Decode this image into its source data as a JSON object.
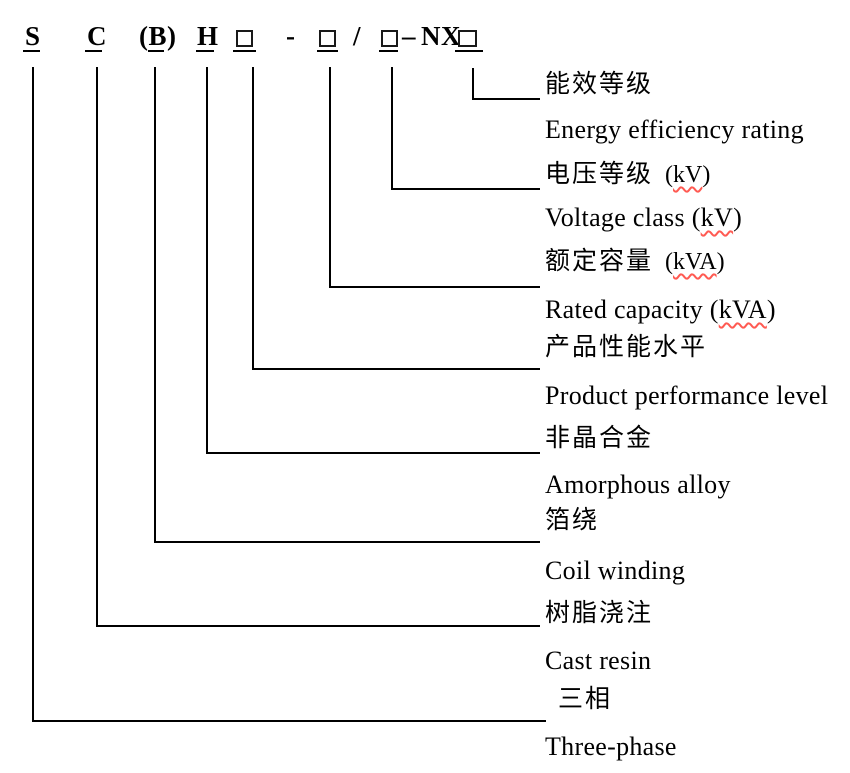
{
  "code": {
    "segments": [
      {
        "text": "S"
      },
      {
        "text": "C"
      },
      {
        "text": "(B)"
      },
      {
        "text": "H"
      },
      {
        "text": "□",
        "box": true
      },
      {
        "text": "-"
      },
      {
        "text": "□",
        "box": true
      },
      {
        "text": "/"
      },
      {
        "text": "□",
        "box": true
      },
      {
        "text": "–"
      },
      {
        "text": "NX"
      },
      {
        "text": "□",
        "box": true
      }
    ]
  },
  "labels": [
    {
      "zh": "能效等级",
      "en": "Energy efficiency rating"
    },
    {
      "zh": "电压等级",
      "en": "Voltage class",
      "zh_unit_pre": "  (",
      "en_unit_pre": " (",
      "unit": "kV",
      "unit_post": ")"
    },
    {
      "zh": "额定容量",
      "en": "Rated capacity",
      "zh_unit_pre": "  (",
      "en_unit_pre": " (",
      "unit": "kVA",
      "unit_post": ")"
    },
    {
      "zh": "产品性能水平",
      "en": "Product performance level"
    },
    {
      "zh": "非晶合金",
      "en": "Amorphous alloy"
    },
    {
      "zh": "箔绕",
      "en": "Coil winding"
    },
    {
      "zh": "树脂浇注",
      "en": "Cast resin"
    },
    {
      "zh": "三相",
      "en": "Three-phase"
    }
  ],
  "colors": {
    "line": "#000000",
    "text": "#000000",
    "spellcheck_wavy": "#ff5a52"
  }
}
